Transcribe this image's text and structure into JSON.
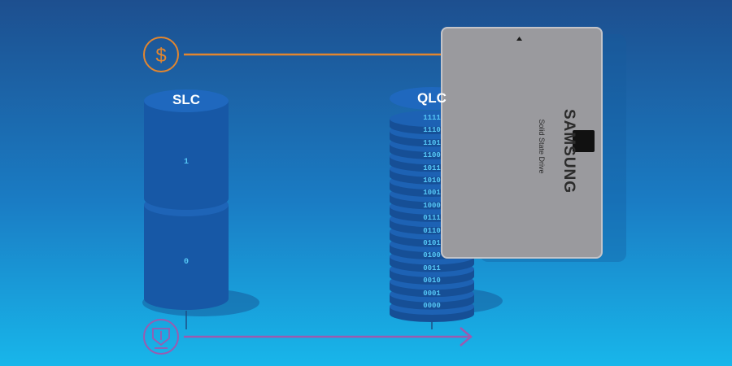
{
  "slc": {
    "label": "SLC",
    "bits": [
      "1",
      "0"
    ]
  },
  "qlc": {
    "label": "QLC",
    "bits": [
      "1111",
      "1110",
      "1101",
      "1100",
      "1011",
      "1010",
      "1001",
      "1000",
      "0111",
      "0110",
      "0101",
      "0100",
      "0011",
      "0010",
      "0001",
      "0000"
    ]
  },
  "ssd": {
    "brand": "SAMSUNG",
    "subtitle": "Solid State Drive"
  },
  "icons": {
    "cost": "dollar-icon",
    "endurance": "shield-down-icon"
  },
  "colors": {
    "cost_arrow": "#e2862f",
    "endurance_arrow": "#9a5bb0",
    "cell_top": "#1f64b8",
    "cell_body": "#16549f",
    "bit_text": "#55c7f6",
    "ssd_body": "#9a9a9e"
  }
}
